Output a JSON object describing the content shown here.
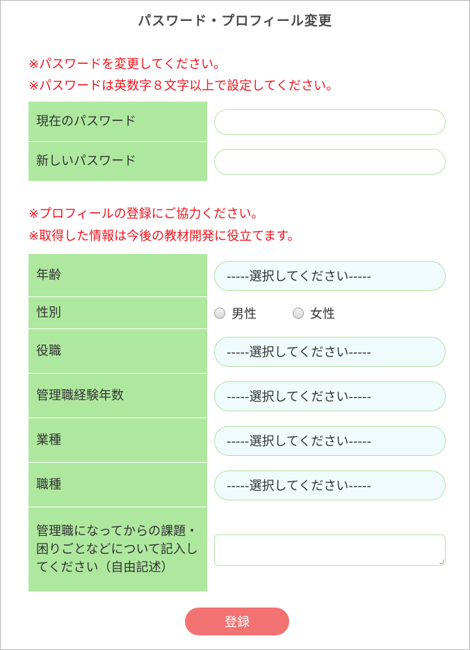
{
  "page": {
    "title": "パスワード・プロフィール変更"
  },
  "password_section": {
    "notices": [
      "※パスワードを変更してください。",
      "※パスワードは英数字８文字以上で設定してください。"
    ],
    "fields": [
      {
        "label": "現在のパスワード",
        "value": ""
      },
      {
        "label": "新しいパスワード",
        "value": ""
      }
    ]
  },
  "profile_section": {
    "notices": [
      "※プロフィールの登録にご協力ください。",
      "※取得した情報は今後の教材開発に役立てます。"
    ],
    "age": {
      "label": "年齢",
      "selected": "-----選択してください-----"
    },
    "gender": {
      "label": "性別",
      "options": [
        {
          "label": "男性",
          "checked": false
        },
        {
          "label": "女性",
          "checked": false
        }
      ]
    },
    "position": {
      "label": "役職",
      "selected": "-----選択してください-----"
    },
    "mgmt_years": {
      "label": "管理職経験年数",
      "selected": "-----選択してください-----"
    },
    "industry": {
      "label": "業種",
      "selected": "-----選択してください-----"
    },
    "job_type": {
      "label": "職種",
      "selected": "-----選択してください-----"
    },
    "issues": {
      "label": "管理職になってからの課題・困りごとなどについて記入してください（自由記述）",
      "value": ""
    }
  },
  "submit": {
    "label": "登録"
  },
  "colors": {
    "label_bg": "#aee89f",
    "notice_text": "#f0141e",
    "select_bg": "#effbfd",
    "button_bg": "#f37272"
  }
}
